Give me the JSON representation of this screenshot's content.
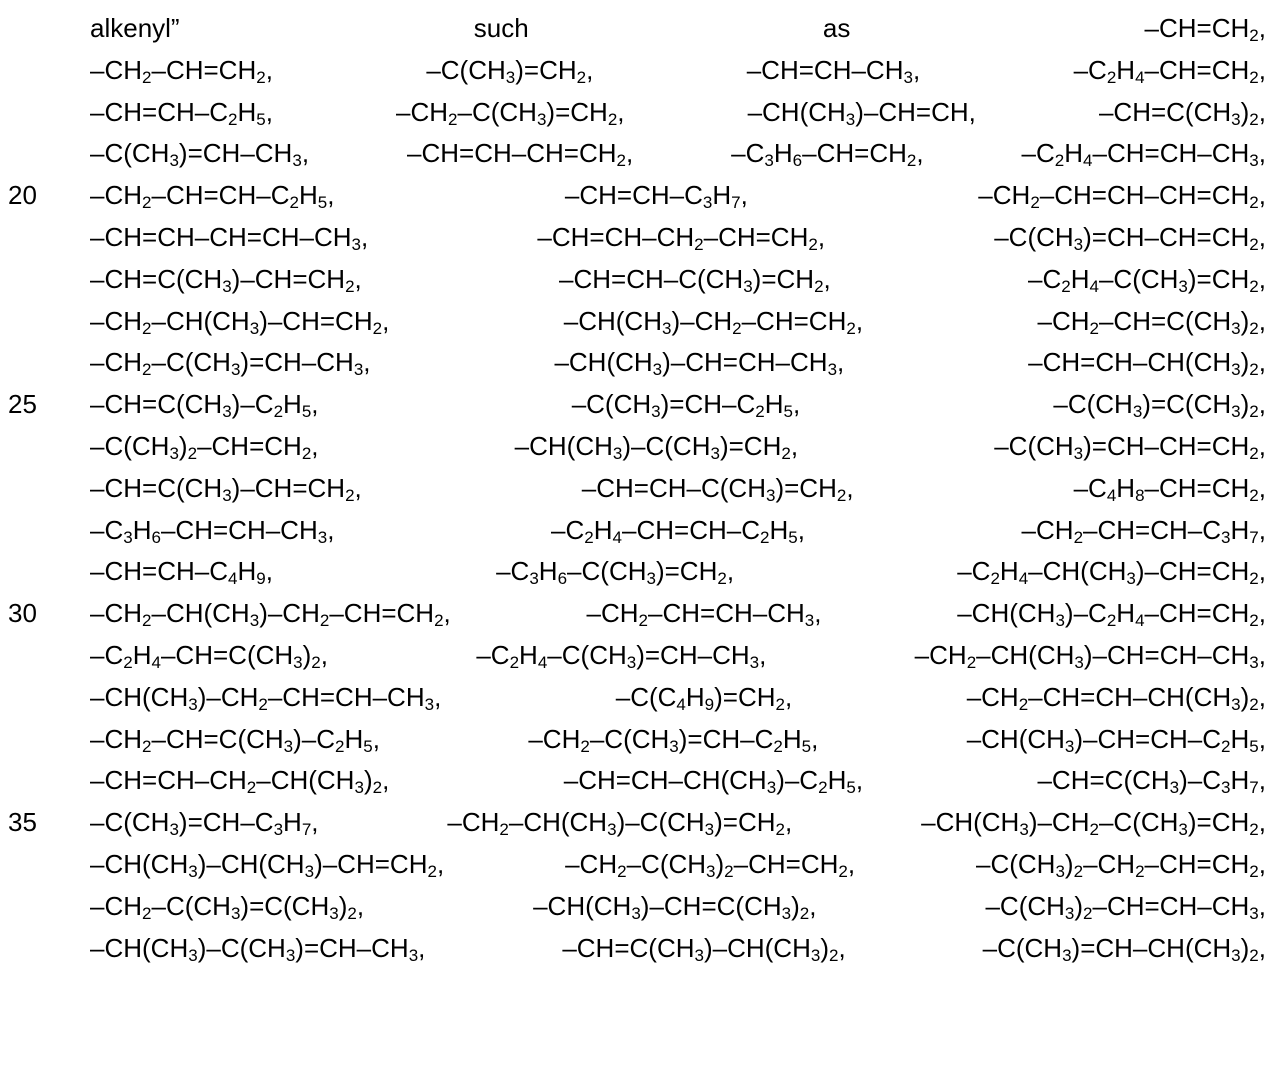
{
  "line_numbers": [
    {
      "label": "20",
      "line_index": 4
    },
    {
      "label": "25",
      "line_index": 9
    },
    {
      "label": "30",
      "line_index": 14
    },
    {
      "label": "35",
      "line_index": 19
    }
  ],
  "lines": [
    [
      "alkenyl”",
      "such",
      "as",
      "–CH=CH₂,"
    ],
    [
      "–CH₂–CH=CH₂,",
      "–C(CH₃)=CH₂,",
      "–CH=CH–CH₃,",
      "–C₂H₄–CH=CH₂,"
    ],
    [
      "–CH=CH–C₂H₅,",
      "–CH₂–C(CH₃)=CH₂,",
      "–CH(CH₃)–CH=CH,",
      "–CH=C(CH₃)₂,"
    ],
    [
      "–C(CH₃)=CH–CH₃,",
      "–CH=CH–CH=CH₂,",
      "–C₃H₆–CH=CH₂,",
      "–C₂H₄–CH=CH–CH₃,"
    ],
    [
      "–CH₂–CH=CH–C₂H₅,",
      "–CH=CH–C₃H₇,",
      "–CH₂–CH=CH–CH=CH₂,"
    ],
    [
      "–CH=CH–CH=CH–CH₃,",
      "–CH=CH–CH₂–CH=CH₂,",
      "–C(CH₃)=CH–CH=CH₂,"
    ],
    [
      "–CH=C(CH₃)–CH=CH₂,",
      "–CH=CH–C(CH₃)=CH₂,",
      "–C₂H₄–C(CH₃)=CH₂,"
    ],
    [
      "–CH₂–CH(CH₃)–CH=CH₂,",
      "–CH(CH₃)–CH₂–CH=CH₂,",
      "–CH₂–CH=C(CH₃)₂,"
    ],
    [
      "–CH₂–C(CH₃)=CH–CH₃,",
      "–CH(CH₃)–CH=CH–CH₃,",
      "–CH=CH–CH(CH₃)₂,"
    ],
    [
      "–CH=C(CH₃)–C₂H₅,",
      "–C(CH₃)=CH–C₂H₅,",
      "–C(CH₃)=C(CH₃)₂,"
    ],
    [
      "–C(CH₃)₂–CH=CH₂,",
      "–CH(CH₃)–C(CH₃)=CH₂,",
      "–C(CH₃)=CH–CH=CH₂,"
    ],
    [
      "–CH=C(CH₃)–CH=CH₂,",
      "–CH=CH–C(CH₃)=CH₂,",
      "–C₄H₈–CH=CH₂,"
    ],
    [
      "–C₃H₆–CH=CH–CH₃,",
      "–C₂H₄–CH=CH–C₂H₅,",
      "–CH₂–CH=CH–C₃H₇,"
    ],
    [
      "–CH=CH–C₄H₉,",
      "–C₃H₆–C(CH₃)=CH₂,",
      "–C₂H₄–CH(CH₃)–CH=CH₂,"
    ],
    [
      "–CH₂–CH(CH₃)–CH₂–CH=CH₂,",
      "–CH₂–CH=CH–CH₃,",
      "–CH(CH₃)–C₂H₄–CH=CH₂,"
    ],
    [
      "–C₂H₄–CH=C(CH₃)₂,",
      "–C₂H₄–C(CH₃)=CH–CH₃,",
      "–CH₂–CH(CH₃)–CH=CH–CH₃,"
    ],
    [
      "–CH(CH₃)–CH₂–CH=CH–CH₃,",
      "–C(C₄H₉)=CH₂,",
      "–CH₂–CH=CH–CH(CH₃)₂,"
    ],
    [
      "–CH₂–CH=C(CH₃)–C₂H₅,",
      "–CH₂–C(CH₃)=CH–C₂H₅,",
      "–CH(CH₃)–CH=CH–C₂H₅,"
    ],
    [
      "–CH=CH–CH₂–CH(CH₃)₂,",
      "–CH=CH–CH(CH₃)–C₂H₅,",
      "–CH=C(CH₃)–C₃H₇,"
    ],
    [
      "–C(CH₃)=CH–C₃H₇,",
      "–CH₂–CH(CH₃)–C(CH₃)=CH₂,",
      "–CH(CH₃)–CH₂–C(CH₃)=CH₂,"
    ],
    [
      "–CH(CH₃)–CH(CH₃)–CH=CH₂,",
      "–CH₂–C(CH₃)₂–CH=CH₂,",
      "–C(CH₃)₂–CH₂–CH=CH₂,"
    ],
    [
      "–CH₂–C(CH₃)=C(CH₃)₂,",
      "–CH(CH₃)–CH=C(CH₃)₂,",
      "–C(CH₃)₂–CH=CH–CH₃,"
    ],
    [
      "–CH(CH₃)–C(CH₃)=CH–CH₃,",
      "–CH=C(CH₃)–CH(CH₃)₂,",
      "–C(CH₃)=CH–CH(CH₃)₂,"
    ]
  ]
}
